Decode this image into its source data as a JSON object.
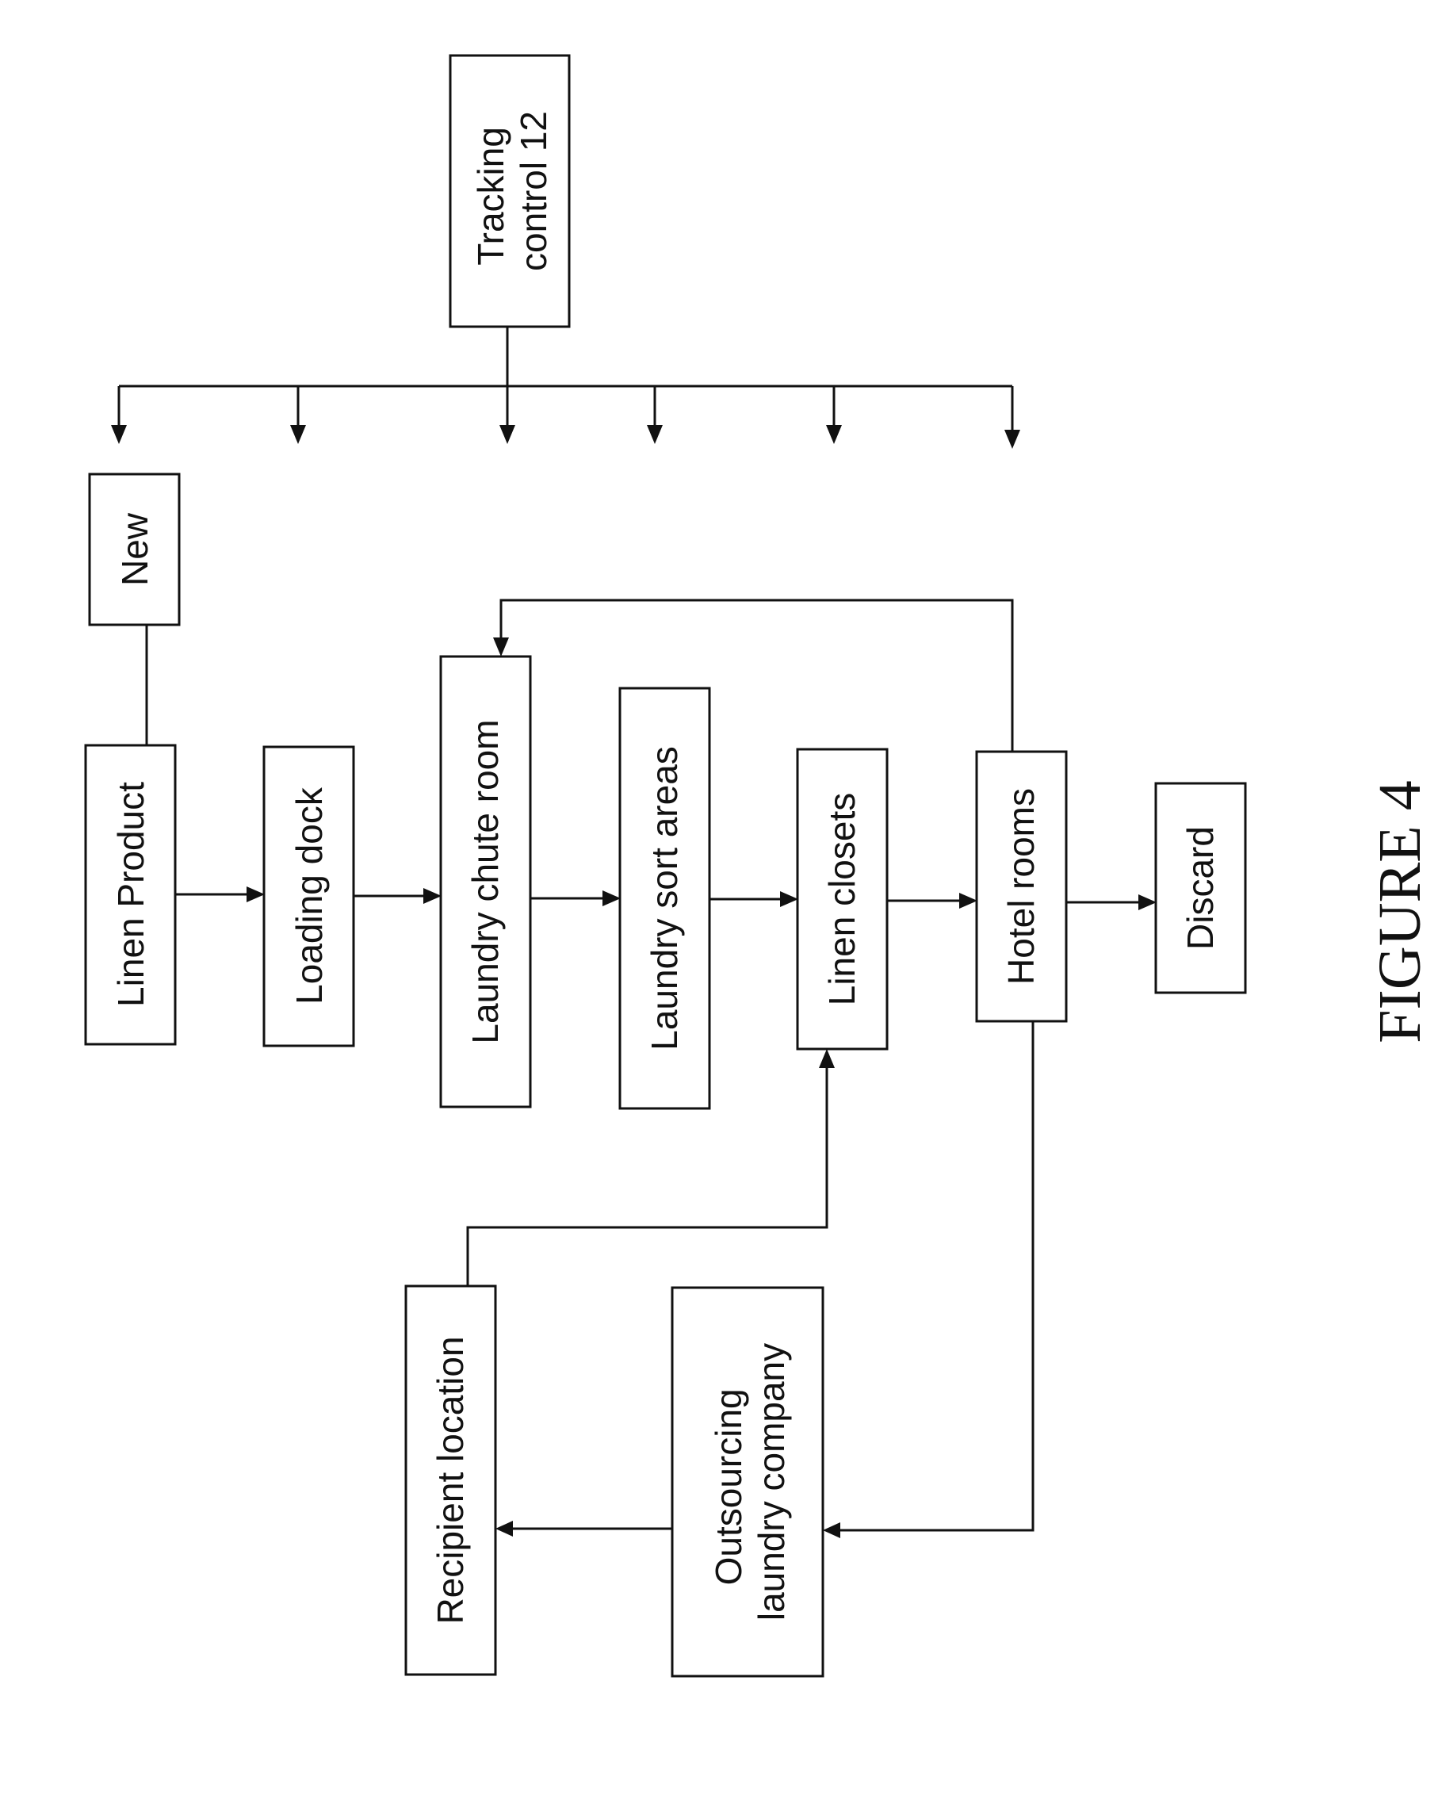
{
  "figure": {
    "caption": "FIGURE 4"
  },
  "boxes": {
    "tracking_control": {
      "lines": [
        "Tracking",
        "control 12"
      ]
    },
    "new": {
      "label": "New"
    },
    "linen_product": {
      "label": "Linen Product"
    },
    "loading_dock": {
      "label": "Loading dock"
    },
    "laundry_chute_room": {
      "label": "Laundry chute room"
    },
    "laundry_sort_areas": {
      "label": "Laundry sort areas"
    },
    "linen_closets": {
      "label": "Linen closets"
    },
    "hotel_rooms": {
      "label": "Hotel rooms"
    },
    "discard": {
      "label": "Discard"
    },
    "recipient_location": {
      "label": "Recipient location"
    },
    "outsourcing_laundry_company": {
      "lines": [
        "Outsourcing",
        "laundry company"
      ]
    }
  }
}
